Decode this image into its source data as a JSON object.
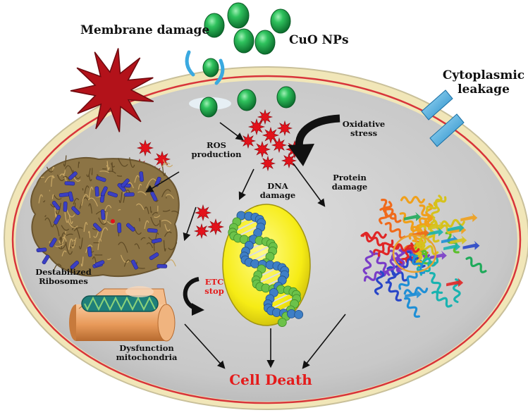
{
  "labels": {
    "membrane_damage": "Membrane damage",
    "cuo_nps": "CuO NPs",
    "cytoplasmic_leakage_line1": "Cytoplasmic",
    "cytoplasmic_leakage_line2": "leakage",
    "oxidative_stress_line1": "Oxidative",
    "oxidative_stress_line2": "stress",
    "ros_line1": "ROS",
    "ros_line2": "production",
    "dna_line1": "DNA",
    "dna_line2": "damage",
    "protein_line1": "Protein",
    "protein_line2": "damage",
    "ribosomes_line1": "Destabilized",
    "ribosomes_line2": "Ribosomes",
    "etc_line1": "ETC",
    "etc_line2": "stop",
    "mito_line1": "Dysfunction",
    "mito_line2": "mitochondria",
    "cell_death": "Cell Death"
  },
  "colors": {
    "nanoparticle": "#1aa84a",
    "ros_star": "#e3121b",
    "membrane_star": "#b3121a",
    "cell_fill": "#cfcfcf",
    "membrane_outer": "#ecdca0",
    "membrane_red": "#d8343a",
    "label_red": "#e41b1b",
    "dna_backdrop": "#f5ee18",
    "channel": "#3aa9e0"
  }
}
